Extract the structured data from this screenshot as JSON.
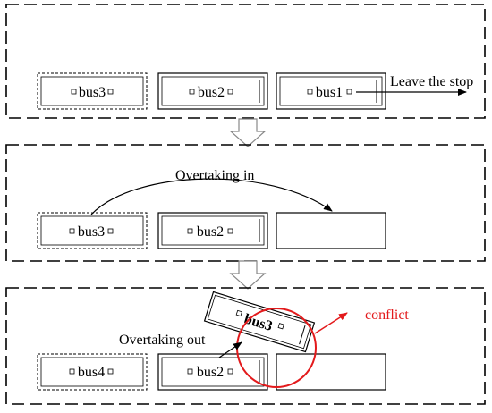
{
  "panels": [
    {
      "buses": [
        {
          "label": "bus3",
          "style": "dashed"
        },
        {
          "label": "bus2",
          "style": "solid"
        },
        {
          "label": "bus1",
          "style": "solid"
        }
      ],
      "annotation": "Leave the stop"
    },
    {
      "buses": [
        {
          "label": "bus3",
          "style": "dashed"
        },
        {
          "label": "bus2",
          "style": "solid"
        }
      ],
      "annotation": "Overtaking in"
    },
    {
      "buses": [
        {
          "label": "bus4",
          "style": "dashed"
        },
        {
          "label": "bus2",
          "style": "solid"
        },
        {
          "label": "bus3",
          "style": "tilted"
        }
      ],
      "annotation": "Overtaking out",
      "conflict_label": "conflict"
    }
  ],
  "colors": {
    "line": "#000000",
    "conflict": "#e31a1c",
    "flow_arrow_fill": "#ffffff",
    "flow_arrow_stroke": "#888888"
  },
  "icons": [
    "down-arrow-icon",
    "down-arrow-icon"
  ]
}
